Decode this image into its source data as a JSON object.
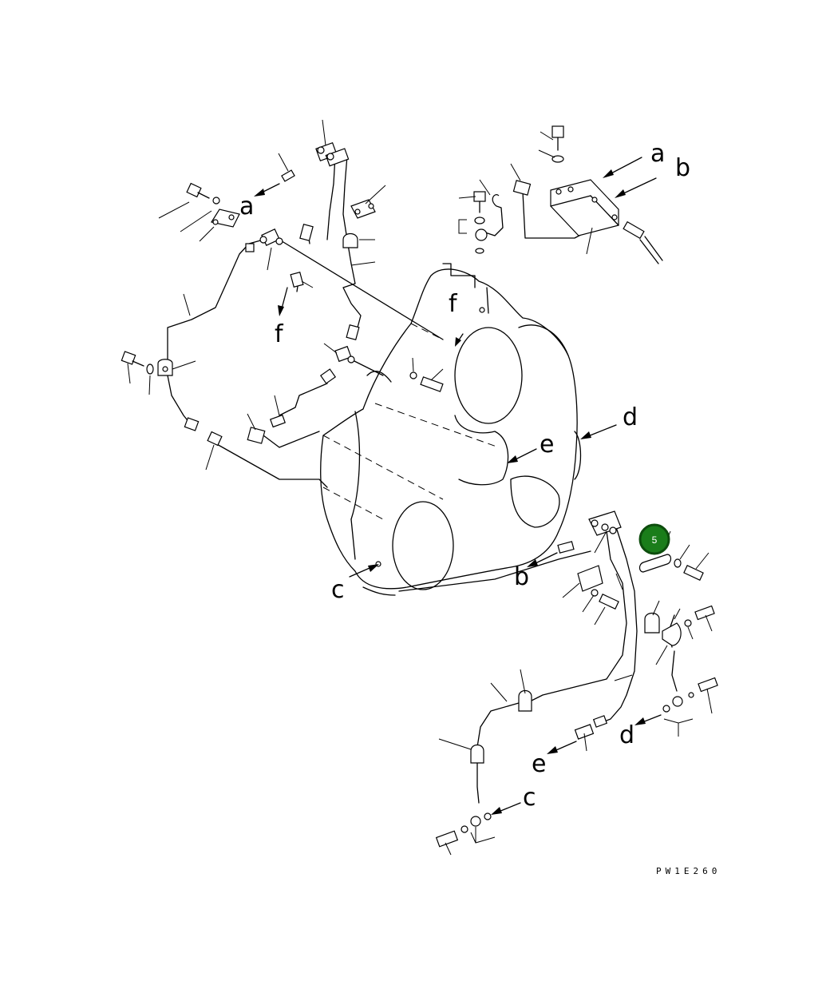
{
  "diagram": {
    "callout_labels": [
      "a",
      "a",
      "b",
      "b",
      "c",
      "c",
      "d",
      "d",
      "e",
      "e",
      "f",
      "f"
    ],
    "drawing_code": "PW1E260",
    "badge": {
      "label": "5",
      "color": "#1a7d1a"
    }
  }
}
